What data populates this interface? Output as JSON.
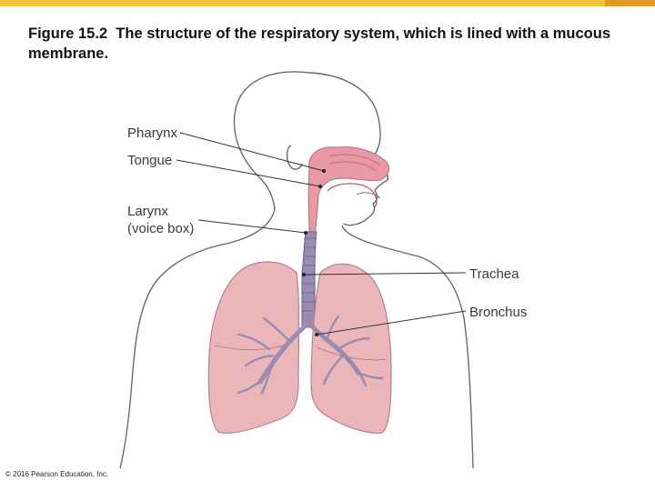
{
  "caption": {
    "figure_number": "Figure 15.2",
    "text": "The structure of the respiratory system, which is lined with a mucous membrane."
  },
  "labels": {
    "pharynx": "Pharynx",
    "tongue": "Tongue",
    "larynx_line1": "Larynx",
    "larynx_line2": "(voice box)",
    "trachea": "Trachea",
    "bronchus": "Bronchus"
  },
  "copyright": "© 2016 Pearson Education, Inc.",
  "colors": {
    "accent_bar": "#f3c53d",
    "accent_bar_dark": "#e09a25",
    "lung_fill": "#eab6ba",
    "airway_fill": "#9a8bb0",
    "nasal_fill": "#e79aa5"
  }
}
